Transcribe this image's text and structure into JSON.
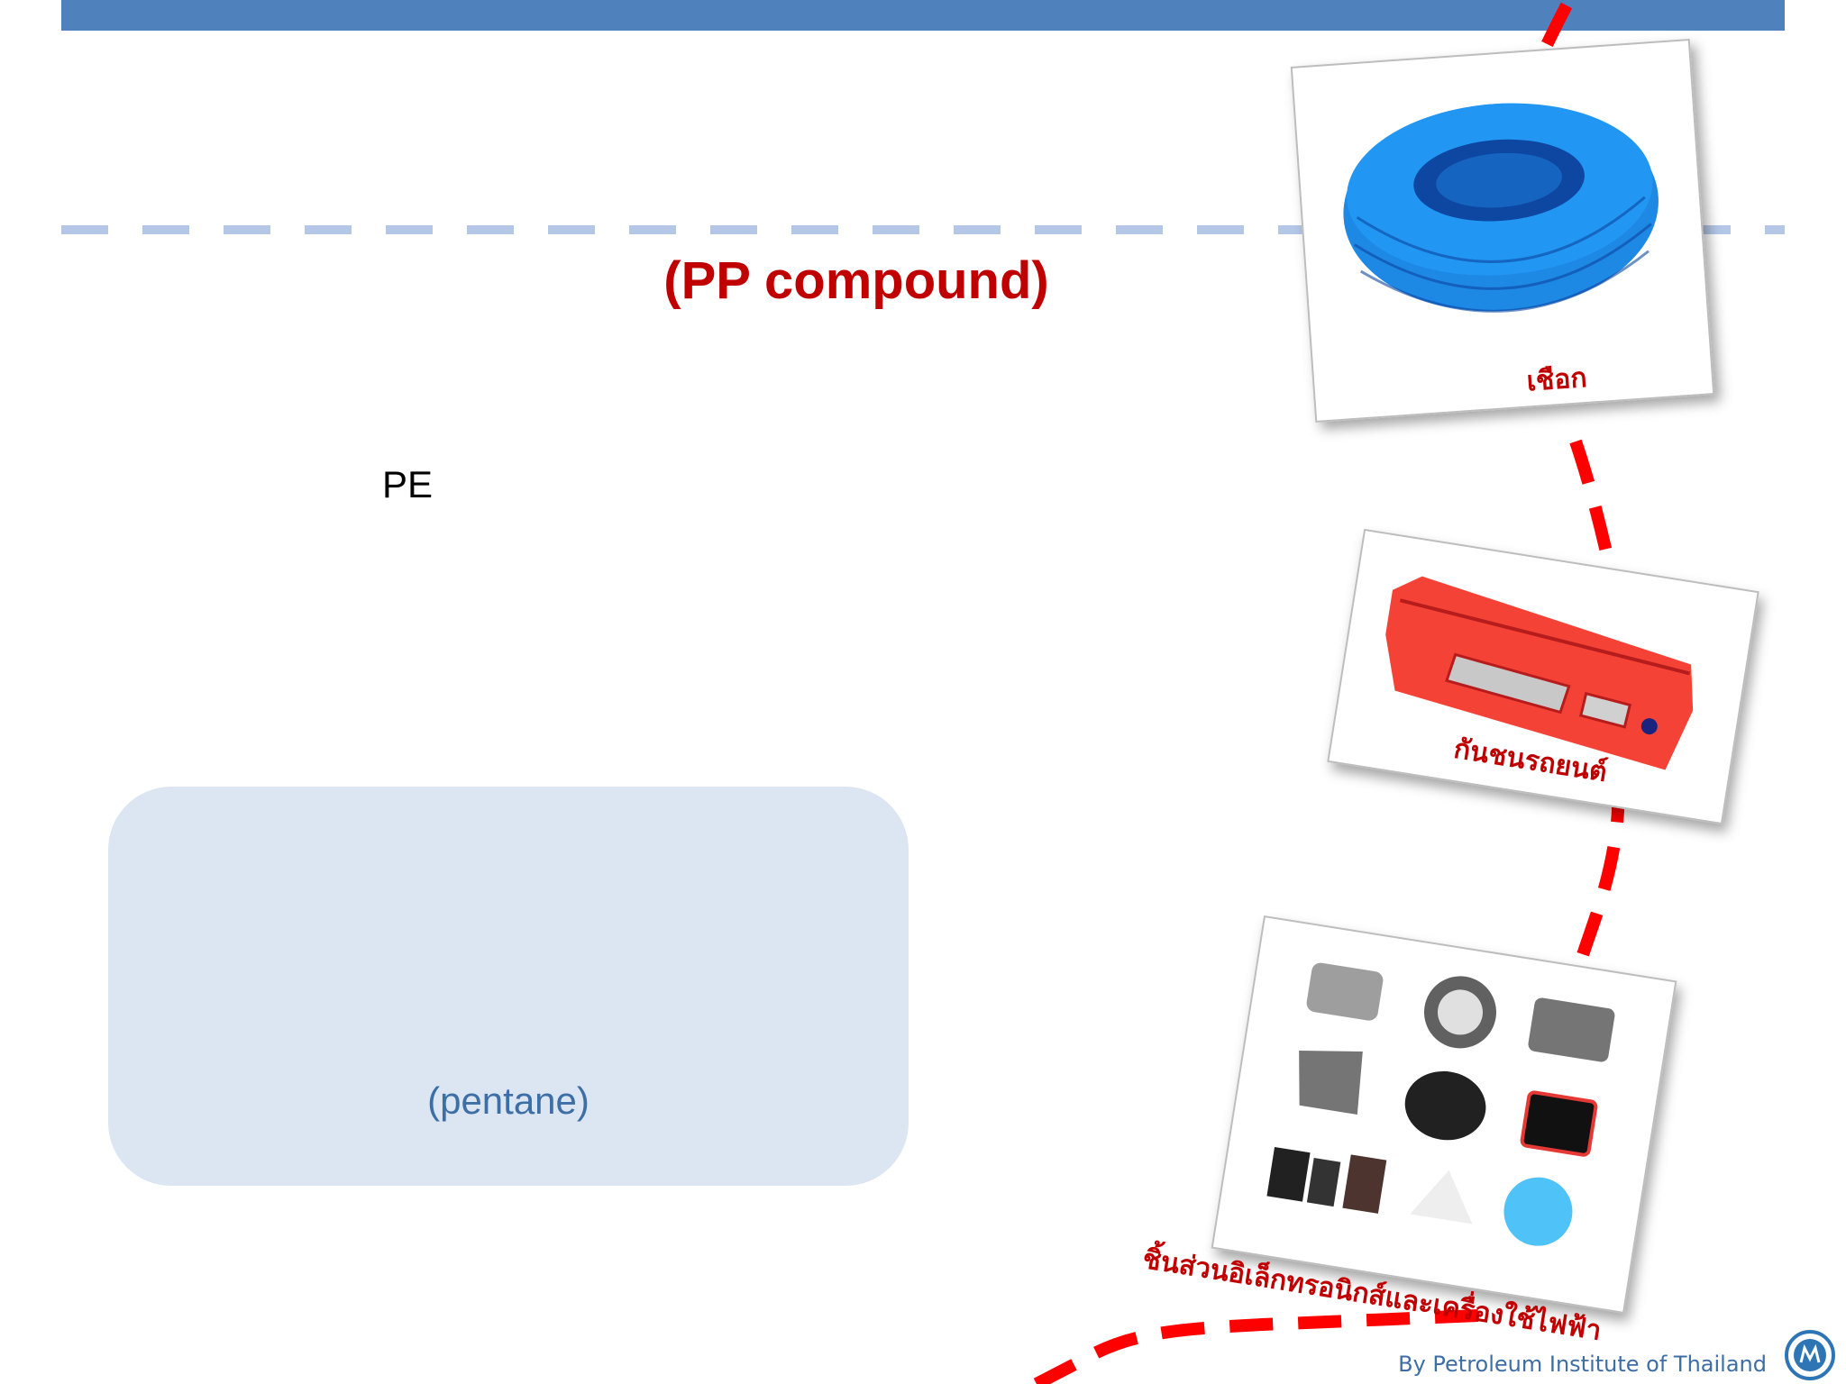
{
  "slide": {
    "title": "(PP compound)",
    "pe_label": "PE",
    "info_box_text": "(pentane)",
    "footer": "By Petroleum Institute of Thailand"
  },
  "photos": {
    "rope_caption": "เชือก",
    "bumper_caption": "กันชนรถยนต์",
    "electronics_caption": "ชิ้นส่วนอิเล็กทรอนิกส์และเครื่องใช้ไฟฟ้า"
  },
  "colors": {
    "accent_red": "#c00000",
    "bar_blue": "#4f81bd",
    "box_blue": "#dce6f2",
    "text_blue": "#3d6ea6"
  }
}
